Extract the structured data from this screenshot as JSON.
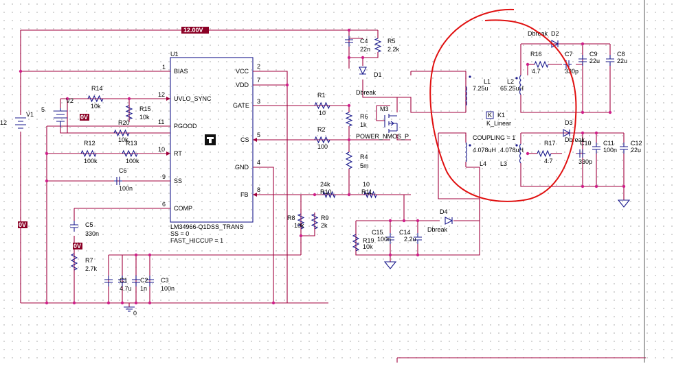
{
  "nets": {
    "supply": "12.00V",
    "zero": "0V",
    "ground": "0"
  },
  "ic": {
    "ref": "U1",
    "part": "LM34966-Q1DSS_TRANS",
    "params": [
      "SS = 0",
      "FAST_HICCUP = 1"
    ],
    "left_pins": [
      {
        "num": "1",
        "name": "BIAS"
      },
      {
        "num": "12",
        "name": "UVLO_SYNC"
      },
      {
        "num": "11",
        "name": "PGOOD"
      },
      {
        "num": "10",
        "name": "RT"
      },
      {
        "num": "9",
        "name": "SS"
      },
      {
        "num": "6",
        "name": "COMP"
      }
    ],
    "right_pins": [
      {
        "num": "2",
        "name": "VCC"
      },
      {
        "num": "7",
        "name": "VDD"
      },
      {
        "num": "3",
        "name": "GATE"
      },
      {
        "num": "5",
        "name": "CS"
      },
      {
        "num": "4",
        "name": "GND"
      },
      {
        "num": "8",
        "name": "FB"
      }
    ]
  },
  "parts": {
    "V1": {
      "ref": "V1",
      "value": "12"
    },
    "V2": {
      "ref": "V2",
      "value": "5"
    },
    "R14": {
      "ref": "R14",
      "value": "10k"
    },
    "R15": {
      "ref": "R15",
      "value": "10k"
    },
    "R20": {
      "ref": "R20",
      "value": "10k"
    },
    "R12": {
      "ref": "R12",
      "value": "100k"
    },
    "R13": {
      "ref": "R13",
      "value": "100k"
    },
    "C6": {
      "ref": "C6",
      "value": "100n"
    },
    "C5": {
      "ref": "C5",
      "value": "330n"
    },
    "R7": {
      "ref": "R7",
      "value": "2.7k"
    },
    "C1": {
      "ref": "C1",
      "value": "4.7u"
    },
    "C2": {
      "ref": "C2",
      "value": "1n"
    },
    "C3": {
      "ref": "C3",
      "value": "100n"
    },
    "C4": {
      "ref": "C4",
      "value": "22n"
    },
    "R5": {
      "ref": "R5",
      "value": "2.2k"
    },
    "D1": {
      "ref": "D1",
      "value": "Dbreak"
    },
    "R1": {
      "ref": "R1",
      "value": "10"
    },
    "R6": {
      "ref": "R6",
      "value": "1k"
    },
    "M3": {
      "ref": "M3",
      "value": "POWER_NMOS_P"
    },
    "R2": {
      "ref": "R2",
      "value": "100"
    },
    "R4": {
      "ref": "R4",
      "value": "5m"
    },
    "R10": {
      "ref": "R10",
      "value": "24k"
    },
    "R11": {
      "ref": "R11",
      "value": "10"
    },
    "R8": {
      "ref": "R8",
      "value": "10k"
    },
    "R9": {
      "ref": "R9",
      "value": "2k"
    },
    "C15": {
      "ref": "C15",
      "value": "100n"
    },
    "R19": {
      "ref": "R19",
      "value": "10k"
    },
    "C14": {
      "ref": "C14",
      "value": "2.2u"
    },
    "D4": {
      "ref": "D4",
      "value": "Dbreak"
    },
    "L1": {
      "ref": "L1",
      "value": "7.25u"
    },
    "L2": {
      "ref": "L2",
      "value": "65.25uH"
    },
    "L3": {
      "ref": "L3",
      "value": "4.078uH"
    },
    "L4": {
      "ref": "L4",
      "value": "4.078uH"
    },
    "K1": {
      "ref": "K1",
      "value": "K_Linear",
      "param": "COUPLING = 1",
      "icon": "K"
    },
    "D2": {
      "ref": "D2",
      "value": "Dbreak"
    },
    "R16": {
      "ref": "R16",
      "value": "4.7"
    },
    "C7": {
      "ref": "C7",
      "value": "330p"
    },
    "C9": {
      "ref": "C9",
      "value": "22u"
    },
    "C8": {
      "ref": "C8",
      "value": "22u"
    },
    "D3": {
      "ref": "D3",
      "value": "Dbreak"
    },
    "R17": {
      "ref": "R17",
      "value": "4.7"
    },
    "C10": {
      "ref": "C10",
      "value": "330p"
    },
    "C11": {
      "ref": "C11",
      "value": "100n"
    },
    "C12": {
      "ref": "C12",
      "value": "22u"
    }
  },
  "annotation_color": "#e01010",
  "wire_color": "#a0003c",
  "part_color": "#1a1a8c"
}
